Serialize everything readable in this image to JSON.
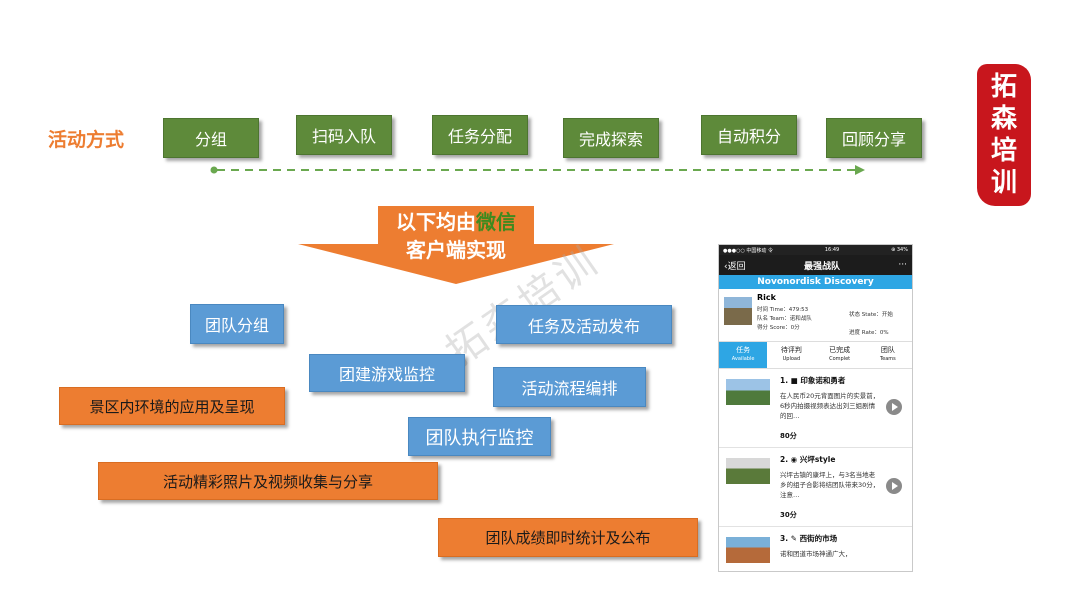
{
  "header": {
    "label": "活动方式",
    "steps": [
      "分组",
      "扫码入队",
      "任务分配",
      "完成探索",
      "自动积分",
      "回顾分享"
    ]
  },
  "seal": {
    "chars": [
      "拓",
      "森",
      "培",
      "训"
    ]
  },
  "banner": {
    "line1_a": "以下均由",
    "line1_b": "微信",
    "line2": "客户端实现"
  },
  "blue_boxes": [
    "团队分组",
    "任务及活动发布",
    "团建游戏监控",
    "活动流程编排",
    "团队执行监控"
  ],
  "orange_boxes": [
    "景区内环境的应用及呈现",
    "活动精彩照片及视频收集与分享",
    "团队成绩即时统计及公布"
  ],
  "watermark": "拓森培训",
  "colors": {
    "accent_orange": "#ed7d31",
    "green": "#5e8a3a",
    "blue": "#5b9bd5",
    "seal_red": "#c8161d",
    "phone_blue": "#2ea6e4"
  },
  "phone": {
    "status_left": "●●●○○ 中国移动 令",
    "status_time": "16:49",
    "status_right": "⊕ 34%",
    "back_label": "返回",
    "nav_title": "最强战队",
    "more_label": "···",
    "banner": "Novonordisk Discovery",
    "team_name": "Rick",
    "time_label": "时间 Time：",
    "time_value": "479:53",
    "status_label": "状态 State：",
    "status_value": "开始",
    "team_label": "队名 Team：",
    "team_value": "诺和战队",
    "score_label": "得分 Score：",
    "score_value": "0分",
    "rate_label": "进度 Rate：",
    "rate_value": "0%",
    "tabs": [
      {
        "label": "任务",
        "sub": "Available"
      },
      {
        "label": "待评判",
        "sub": "Upload"
      },
      {
        "label": "已完成",
        "sub": "Complet"
      },
      {
        "label": "团队",
        "sub": "Teams"
      }
    ],
    "items": [
      {
        "title": "1. ■ 印象诺和勇者",
        "desc": "在人民币20元背面图片的实景前，6秒内拍摄视频表达出刘三姐剧情的回…",
        "score": "80分"
      },
      {
        "title": "2. ◉ 兴坪style",
        "desc": "兴坪古镇的康坪上，与3名当地老乡的组子合影将结团队带来30分，注意…",
        "score": "30分"
      },
      {
        "title": "3. ✎ 西街的市场",
        "desc": "诺和团道市场神通广大，",
        "score": ""
      }
    ]
  }
}
